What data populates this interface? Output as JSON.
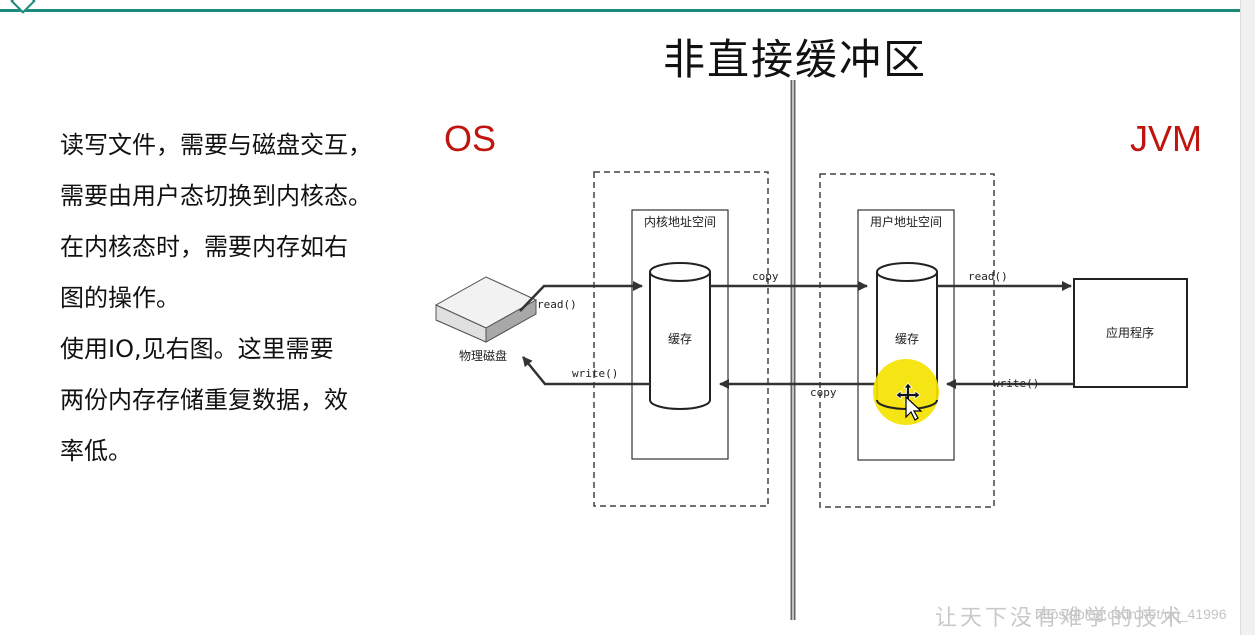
{
  "slide": {
    "title": "非直接缓冲区",
    "description_lines": [
      "读写文件，需要与磁盘交互，",
      "需要由用户态切换到内核态。",
      "在内核态时，需要内存如右",
      "图的操作。",
      "使用IO,见右图。这里需要",
      "两份内存存储重复数据，效",
      "率低。"
    ],
    "os_label": "OS",
    "jvm_label": "JVM"
  },
  "diagram": {
    "disk_label": "物理磁盘",
    "kernel_space_label": "内核地址空间",
    "user_space_label": "用户地址空间",
    "kernel_buffer_label": "缓存",
    "user_buffer_label": "缓存",
    "app_label": "应用程序",
    "read_disk": "read()",
    "write_disk": "write()",
    "copy_top": "copy",
    "copy_bottom": "copy",
    "read_app": "read()",
    "write_app": "write()"
  },
  "watermark": {
    "text": "让天下没有难学的技术",
    "url": "https://blog.csdn.net/qq_41996"
  },
  "colors": {
    "accent": "#1a8a7a",
    "label_red": "#c0150f",
    "cursor_highlight": "#f5e300"
  }
}
